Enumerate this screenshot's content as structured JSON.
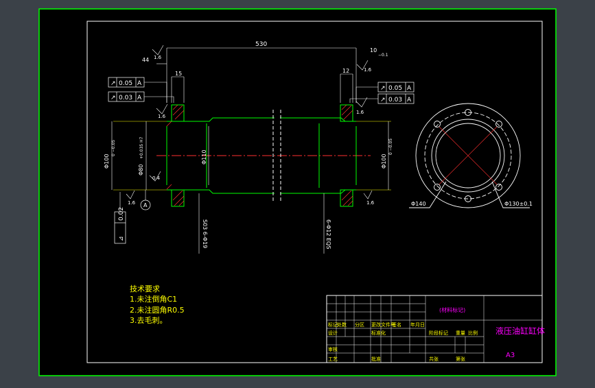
{
  "colors": {
    "background": "#000000",
    "frame": "#ffffff",
    "outline": "#00ff00",
    "dimension": "#ffffff",
    "centerline": "#ff3030",
    "hatch": "#ff3030",
    "part": "#ffff00",
    "title_text": "#ff00ff",
    "notes": "#ffff00"
  },
  "dims": {
    "overall_length": "530",
    "end_tol": "10",
    "end_tol_sub": "−0.1",
    "left_44": "44",
    "left_15": "15",
    "right_12": "12",
    "dia_left": "Φ100",
    "dia_left_tol": "0 −0.05",
    "bore": "Φ80",
    "bore_fit": "+0.035 H7",
    "inner_dia": "Φ110",
    "dia_right": "Φ100",
    "dia_right_tol": "0 −0.05",
    "roughness_04": "0.4",
    "roughness_16": "1.6",
    "hole_left": "S03 6-Φ19",
    "hole_right": "6-Φ12 EQS",
    "pcd_outer": "Φ140",
    "pcd_inner": "Φ130±0.1",
    "datum": "A"
  },
  "tolerances": [
    {
      "sym": "↗",
      "val": "0.05",
      "datum": "A"
    },
    {
      "sym": "↗",
      "val": "0.03",
      "datum": "A"
    },
    {
      "sym": "↗",
      "val": "0.05",
      "datum": "A"
    },
    {
      "sym": "↗",
      "val": "0.03",
      "datum": "A"
    }
  ],
  "flatness": {
    "sym": "⊿",
    "val": "0.02"
  },
  "notes": {
    "title": "技术要求",
    "items": [
      "1.未注倒角C1",
      "2.未注圆角R0.5",
      "3.去毛刺。"
    ]
  },
  "title_block": {
    "material": "(材料标记)",
    "part_name": "液压油缸缸体",
    "sheet": "A3",
    "cells": [
      "标记",
      "处数",
      "分区",
      "更改文件号",
      "签名",
      "年月日",
      "设计",
      "标准化",
      "阶段标记",
      "重量",
      "比例",
      "审核",
      "工艺",
      "批准",
      "共张",
      "第张"
    ]
  }
}
